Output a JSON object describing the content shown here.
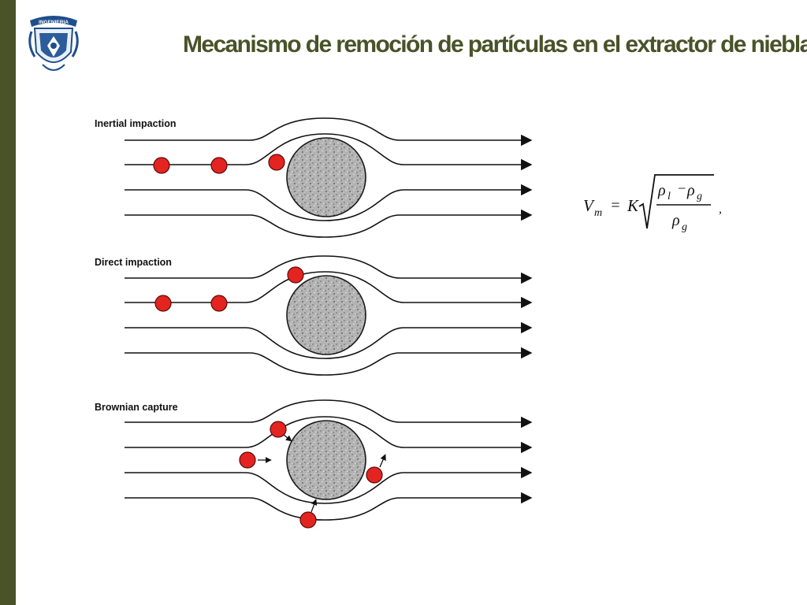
{
  "slide": {
    "title": "Mecanismo de remoción de partículas en el extractor de niebla",
    "accent_color": "#4a5228"
  },
  "logo": {
    "banner_text": "INGENIERIA",
    "icon": "unam-ingenieria-crest-icon"
  },
  "diagram": {
    "panels": [
      {
        "label": "Inertial impaction"
      },
      {
        "label": "Direct impaction"
      },
      {
        "label": "Brownian capture"
      }
    ],
    "particle_color": "#e32420",
    "fiber_color": "#b0b0b0"
  },
  "formula": {
    "lhs_symbol": "V",
    "lhs_subscript": "m",
    "equals": "=",
    "coefficient": "K",
    "numerator_a_symbol": "ρ",
    "numerator_a_subscript": "l",
    "minus": "−",
    "numerator_b_symbol": "ρ",
    "numerator_b_subscript": "g",
    "denominator_symbol": "ρ",
    "denominator_subscript": "g",
    "trailing": ","
  }
}
